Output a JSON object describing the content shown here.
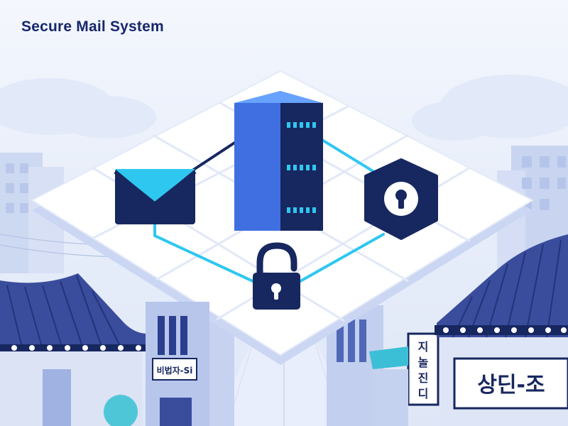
{
  "title": "Secure Mail System",
  "colors": {
    "navy": "#17275f",
    "server_blue": "#3f6fe0",
    "accent_cyan": "#2ec7f0",
    "roof_blue": "#3a4c9c",
    "platform": "#ffffff"
  },
  "diagram": {
    "nodes": [
      {
        "id": "mail",
        "icon": "envelope-icon",
        "label": ""
      },
      {
        "id": "server",
        "icon": "server-stack-icon",
        "label": ""
      },
      {
        "id": "keyhole",
        "icon": "keyhole-hexagon-icon",
        "label": ""
      },
      {
        "id": "padlock",
        "icon": "open-padlock-icon",
        "label": ""
      }
    ],
    "edges": [
      {
        "from": "mail",
        "to": "server"
      },
      {
        "from": "server",
        "to": "keyhole"
      },
      {
        "from": "mail",
        "to": "padlock"
      },
      {
        "from": "padlock",
        "to": "keyhole"
      }
    ]
  },
  "signs": {
    "left_shop": "비법자-Si",
    "vertical": [
      "지",
      "놀",
      "진",
      "디"
    ],
    "right_shop": "상딘-조"
  }
}
